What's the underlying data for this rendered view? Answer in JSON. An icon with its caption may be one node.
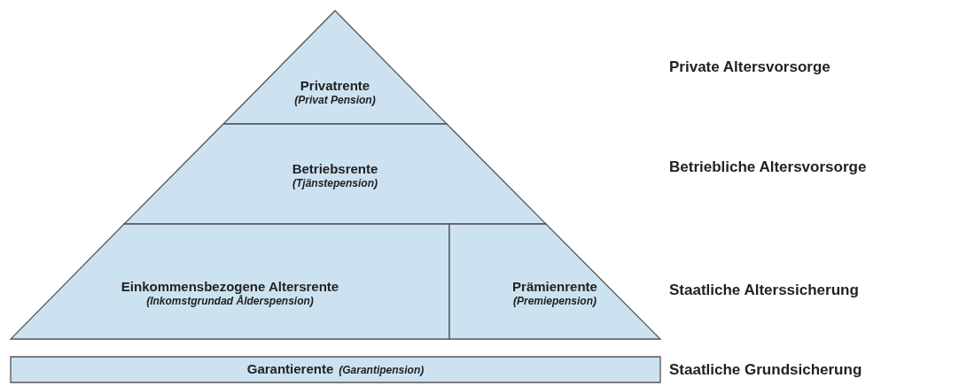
{
  "diagram": {
    "nodes": [
      {
        "text": [
          "Privatrente",
          "(Privat Pension)"
        ]
      },
      {
        "text": [
          "Betriebsrente",
          "(Tjänstepension)"
        ]
      },
      {
        "text": [
          "Einkommensbezogene Altersrente",
          "(Inkomstgrundad Ålderspension)"
        ]
      },
      {
        "text": [
          "Prämienrente",
          "(Premiepension)"
        ]
      },
      {
        "text": [
          "Garantierente",
          "(Garantipension)"
        ]
      }
    ],
    "labels": [
      "Private Altersvorsorge",
      "Betriebliche Altersvorsorge",
      "Staatliche Alterssicherung",
      "Staatliche Grundsicherung"
    ]
  }
}
